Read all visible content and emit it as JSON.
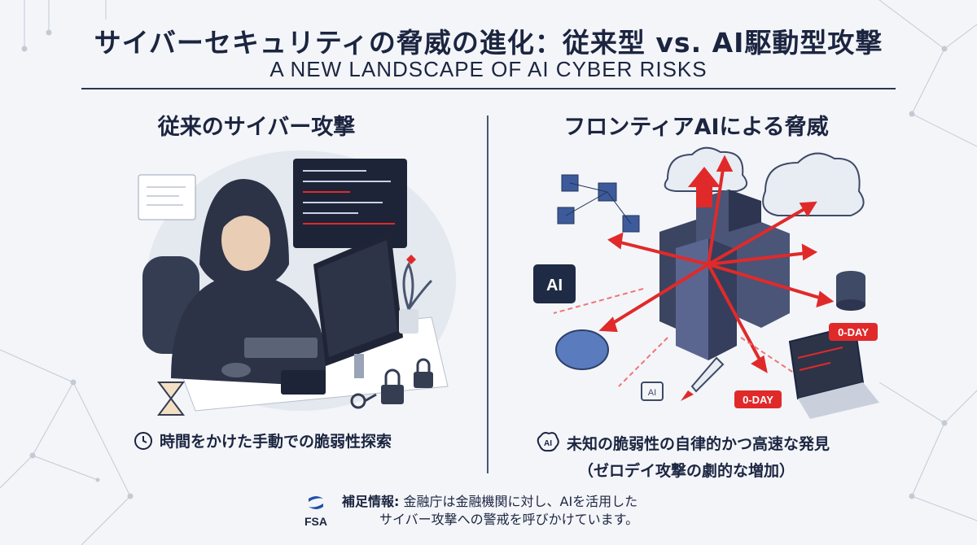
{
  "header": {
    "title_jp": "サイバーセキュリティの脅威の進化：従来型 vs. AI駆動型攻撃",
    "title_en": "A NEW LANDSCAPE OF AI CYBER RISKS"
  },
  "left_panel": {
    "heading": "従来のサイバー攻撃",
    "caption": "時間をかけた手動での脆弱性探索",
    "caption_icon": "clock-icon"
  },
  "right_panel": {
    "heading": "フロンティアAIによる脅威",
    "caption_line1": "未知の脆弱性の自律的かつ高速な発見",
    "caption_line2": "（ゼロデイ攻撃の劇的な増加）",
    "caption_icon": "ai-icon",
    "ai_chip_label": "AI",
    "zero_day_label_1": "0-DAY",
    "zero_day_label_2": "0-DAY",
    "mini_chip_label": "AI"
  },
  "footer": {
    "logo_text": "FSA",
    "note_label": "補足情報:",
    "note_line1": "金融庁は金融機関に対し、AIを活用した",
    "note_line2": "サイバー攻撃への警戒を呼びかけています。"
  },
  "colors": {
    "navy": "#1c2540",
    "accent_red": "#e02a2a",
    "steel": "#4a5570",
    "background": "#f3f5f9"
  }
}
